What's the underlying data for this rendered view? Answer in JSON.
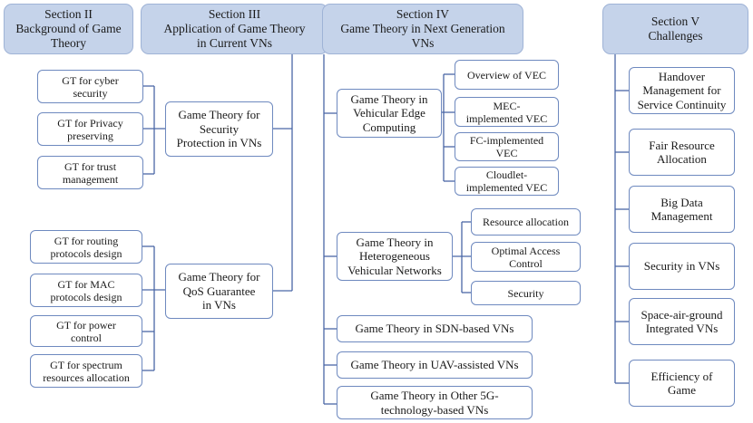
{
  "sections": {
    "s2": {
      "title": "Section II\nBackground of Game\nTheory"
    },
    "s3": {
      "title": "Section III\nApplication of Game Theory\nin Current VNs"
    },
    "s4": {
      "title": "Section IV\nGame Theory in Next Generation\nVNs"
    },
    "s5": {
      "title": "Section V\nChallenges"
    }
  },
  "section3": {
    "security_group": {
      "label": "Game Theory for\nSecurity\nProtection in VNs",
      "items": [
        "GT for cyber\nsecurity",
        "GT for Privacy\npreserving",
        "GT for trust\nmanagement"
      ]
    },
    "qos_group": {
      "label": "Game Theory for\nQoS Guarantee\nin VNs",
      "items": [
        "GT for routing\nprotocols design",
        "GT for MAC\nprotocols design",
        "GT for power\ncontrol",
        "GT for spectrum\nresources allocation"
      ]
    }
  },
  "section4": {
    "vec_group": {
      "label": "Game Theory in\nVehicular Edge\nComputing",
      "items": [
        "Overview of VEC",
        "MEC-\nimplemented VEC",
        "FC-implemented\nVEC",
        "Cloudlet-\nimplemented VEC"
      ]
    },
    "hetero_group": {
      "label": "Game Theory in\nHeterogeneous\nVehicular Networks",
      "items": [
        "Resource allocation",
        "Optimal Access\nControl",
        "Security"
      ]
    },
    "others": [
      "Game Theory in SDN-based VNs",
      "Game Theory in UAV-assisted VNs",
      "Game Theory in Other 5G-\ntechnology-based VNs"
    ]
  },
  "section5": {
    "items": [
      "Handover\nManagement for\nService Continuity",
      "Fair Resource\nAllocation",
      "Big Data\nManagement",
      "Security in VNs",
      "Space-air-ground\nIntegrated VNs",
      "Efficiency of\nGame"
    ]
  },
  "colors": {
    "header_fill": "#c5d3ea",
    "border": "#6e89bf",
    "line": "#4a67a6"
  }
}
